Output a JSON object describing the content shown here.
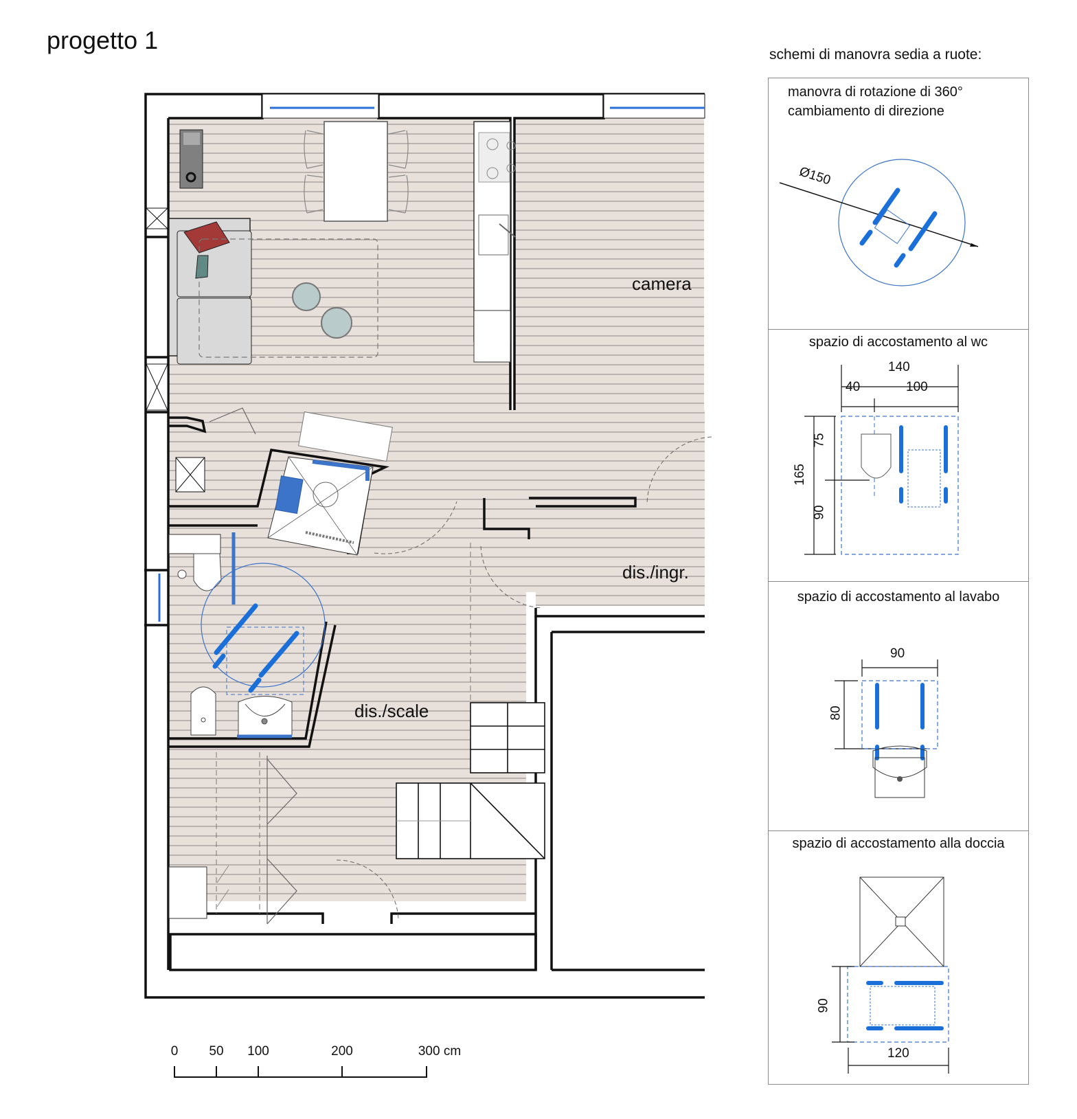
{
  "page": {
    "title": "progetto 1"
  },
  "floor_plan": {
    "rooms": [
      {
        "id": "camera",
        "label": "camera"
      },
      {
        "id": "dis-ingr",
        "label": "dis./ingr."
      },
      {
        "id": "dis-scale",
        "label": "dis./scale"
      }
    ],
    "colors": {
      "floor": "#e8e0da",
      "floor_line": "#aaa39f",
      "wall": "#111111",
      "window_glass": "#2a6fd6",
      "wheelchair": "#1a6fd8",
      "turning_circle": "#3b74c9",
      "sofa": "#d9d9d9",
      "cushion_red": "#a33a38",
      "cushion_teal": "#5f8a86",
      "side_table": "#b9cbcb"
    }
  },
  "scale_bar": {
    "ticks": [
      "0",
      "50",
      "100",
      "200",
      "300 cm"
    ]
  },
  "legend": {
    "title": "schemi di manovra sedia a ruote:",
    "panels": [
      {
        "title_line1": "manovra di rotazione di 360°",
        "title_line2": "cambiamento di direzione",
        "dims": {
          "diameter": "Ø150"
        }
      },
      {
        "title": "spazio di accostamento al wc",
        "dims": {
          "total_width": "140",
          "left_width": "40",
          "right_width": "100",
          "total_height": "165",
          "upper_height": "75",
          "lower_height": "90"
        }
      },
      {
        "title": "spazio di accostamento al lavabo",
        "dims": {
          "width": "90",
          "height": "80"
        }
      },
      {
        "title": "spazio di accostamento alla doccia",
        "dims": {
          "height": "90",
          "width": "120"
        }
      }
    ]
  }
}
